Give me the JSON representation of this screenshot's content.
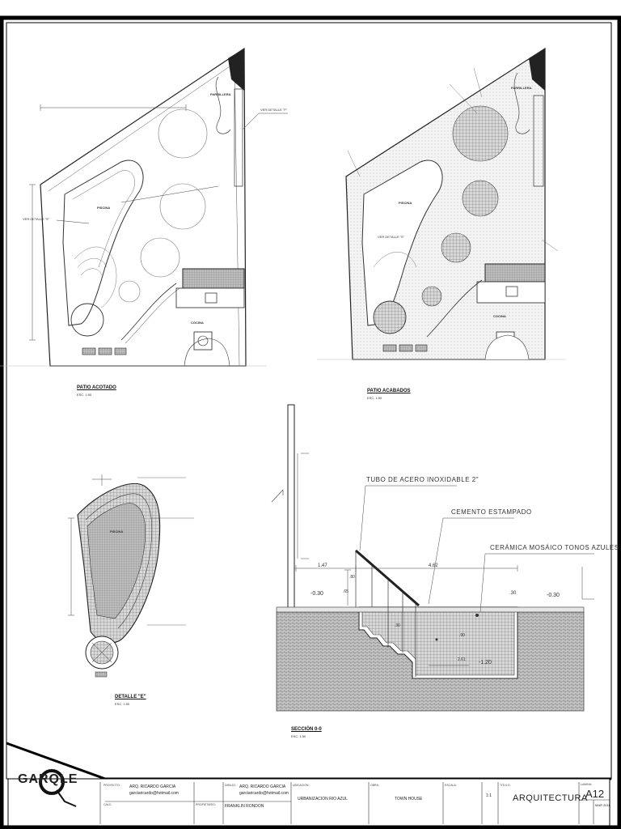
{
  "drawings": {
    "patio_acotado": {
      "title": "PATIO ACOTADO",
      "scale": "ESC. 1:50",
      "labels": {
        "parrillera": "PARRILLERA",
        "piscina": "PISCINA",
        "cocina": "COCINA",
        "ver_detalle_f": "VER DETALLE \"F\"",
        "ver_detalle_e": "VER DETALLE \"E\""
      }
    },
    "patio_acabados": {
      "title": "PATIO ACABADOS",
      "scale": "ESC. 1:50",
      "labels": {
        "parrillera": "PARRILLERA",
        "piscina": "PISCINA",
        "cocina": "COCINA",
        "ver_detalle_e": "VER DETALLE \"E\""
      }
    },
    "detalle_e": {
      "title": "DETALLE \"E\"",
      "scale": "ESC. 1:50",
      "labels": {
        "piscina": "PISCINA"
      }
    },
    "seccion": {
      "title": "SECCIÓN 0-0",
      "scale": "ESC. 1:50",
      "annotations": {
        "tubo": "TUBO DE ACERO INOXIDABLE 2\"",
        "cemento": "CEMENTO ESTAMPADO",
        "ceramica": "CERÁMICA MOSÁICO TONOS AZULES"
      },
      "dims": {
        "d147": "1.47",
        "d462": "4.62",
        "d030": ".30",
        "lvl_left": "-0.30",
        "lvl_right": "-0.30",
        "lvl_bottom": "-1.20",
        "d261": "2.61",
        "d90": ".90",
        "d30": ".30",
        "d65": ".65",
        "d80": ".80"
      }
    }
  },
  "title_block": {
    "logo": "GARQLE",
    "proyecto_label": "PROYECTO:",
    "proyecto_name": "ARQ. RICARDO GARCIA",
    "proyecto_email": "garciaricardo@hotmail.com",
    "calculo_label": "CALC:",
    "dibujo_label": "DIBUJO:",
    "dibujo_name": "ARQ. RICARDO GARCIA",
    "dibujo_email": "garciaricardo@hotmail.com",
    "propietario_label": "PROPIETARIO:",
    "propietario_name": "FRANKLIN RONDON",
    "ubicacion_label": "UBICACION:",
    "ubicacion_value": "URBANIZACION RIO AZUL",
    "obra_label": "OBRA:",
    "obra_value": "TOWN HOUSE",
    "escala_label": "ESCALA:",
    "escala_value": "1:1",
    "titulo_label": "TITULO:",
    "titulo_value": "ARQUITECTURA",
    "lamina_label": "LAMINA:",
    "lamina_value": "A12",
    "fecha_value": "MAR 2018"
  }
}
